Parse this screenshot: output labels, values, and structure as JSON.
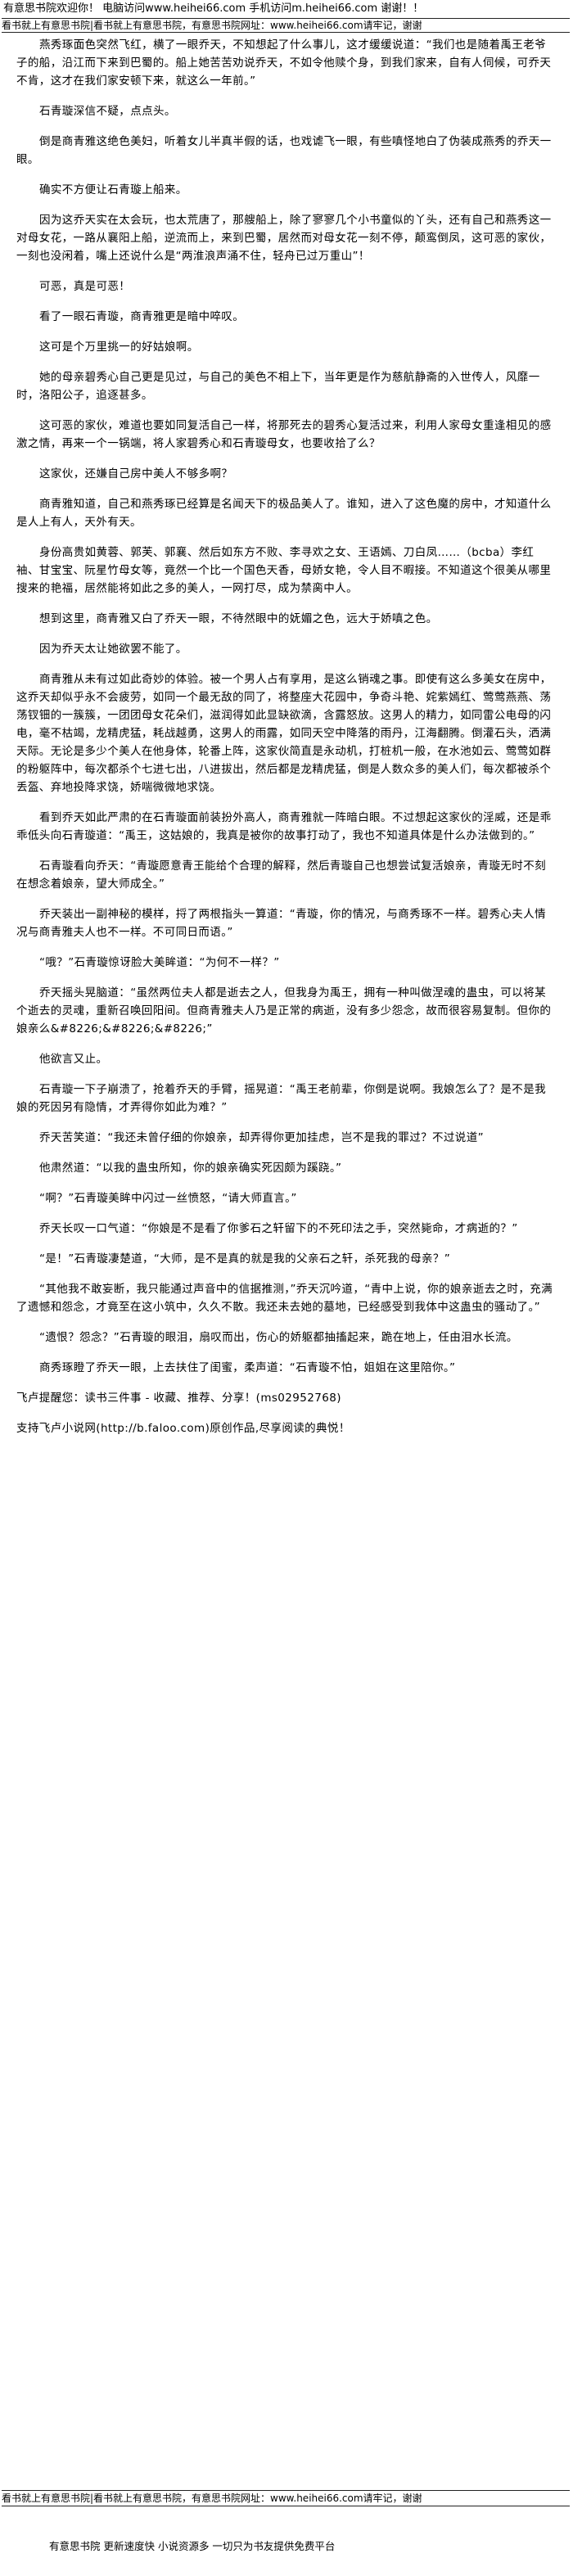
{
  "banner": {
    "line1": "有意思书院欢迎你！ 电脑访问www.heihei66.com  手机访问m.heihei66.com 谢谢！！",
    "header_bar": "看书就上有意思书院|看书就上有意思书院，有意思书院网址：www.heihei66.com请牢记，谢谢"
  },
  "paragraphs": [
    {
      "text": "燕秀琢面色突然飞红，横了一眼乔天，不知想起了什么事儿，这才缓缓说道：“我们也是随着禹王老爷子的船，沿江而下来到巴蜀的。船上她苦苦劝说乔天，不如令他赎个身，到我们家来，自有人伺候，可乔天不肯，这才在我们家安顿下来，就这么一年前。”",
      "indent": true
    },
    {
      "text": "石青璇深信不疑，点点头。",
      "indent": true
    },
    {
      "text": "倒是商青雅这绝色美妇，听着女儿半真半假的话，也戏谑飞一眼，有些嗔怪地白了伪装成燕秀的乔天一眼。",
      "indent": true
    },
    {
      "text": "确实不方便让石青璇上船来。",
      "indent": true
    },
    {
      "text": "因为这乔天实在太会玩，也太荒唐了，那艘船上，除了寥寥几个小书童似的丫头，还有自己和燕秀这一对母女花，一路从襄阳上船，逆流而上，来到巴蜀，居然而对母女花一刻不停，颠鸾倒凤，这可恶的家伙，一刻也没闲着，嘴上还说什么是“两淮浪声涌不住，轻舟已过万重山”！",
      "indent": true
    },
    {
      "text": "可恶，真是可恶！",
      "indent": true
    },
    {
      "text": "看了一眼石青璇，商青雅更是暗中啐叹。",
      "indent": true
    },
    {
      "text": "这可是个万里挑一的好姑娘啊。",
      "indent": true
    },
    {
      "text": "她的母亲碧秀心自己更是见过，与自己的美色不相上下，当年更是作为慈航静斋的入世传人，风靡一时，洛阳公子，追逐甚多。",
      "indent": true
    },
    {
      "text": "这可恶的家伙，难道也要如同复活自己一样，将那死去的碧秀心复活过来，利用人家母女重逢相见的感激之情，再来一个一锅端，将人家碧秀心和石青璇母女，也要收拾了么？",
      "indent": true
    },
    {
      "text": "这家伙，还嫌自己房中美人不够多啊？",
      "indent": true
    },
    {
      "text": "商青雅知道，自己和燕秀琢已经算是名闻天下的极品美人了。谁知，进入了这色魔的房中，才知道什么是人上有人，天外有天。",
      "indent": true
    },
    {
      "text": "身份高贵如黄蓉、郭芙、郭襄、然后如东方不败、李寻欢之女、王语嫣、刀白凤……（bcba）李红袖、甘宝宝、阮星竹母女等，竟然一个比一个国色天香，母娇女艳，令人目不暇接。不知道这个很美从哪里搜来的艳福，居然能将如此之多的美人，一网打尽，成为禁脔中人。",
      "indent": true
    },
    {
      "text": "想到这里，商青雅又白了乔天一眼，不待然眼中的妩媚之色，远大于娇嗔之色。",
      "indent": true
    },
    {
      "text": "因为乔天太让她欲罢不能了。",
      "indent": true
    },
    {
      "text": "商青雅从未有过如此奇妙的体验。被一个男人占有享用，是这么销魂之事。即使有这么多美女在房中，这乔天却似乎永不会疲劳，如同一个最无敌的同了，将整座大花园中，争奇斗艳、姹紫嫣红、莺莺燕燕、荡荡钗钿的一簇簇，一团团母女花朵们，滋润得如此显缺欲滴，含露怒放。这男人的精力，如同雷公电母的闪电，毫不枯竭，龙精虎猛，耗战越勇，这男人的雨露，如同天空中降落的雨丹，江海翻腾。倒灌石头，洒满天际。无论是多少个美人在他身体，轮番上阵，这家伙简直是永动机，打桩机一般，在水池如云、莺莺如群的粉躯阵中，每次都杀个七进七出，八进拔出，然后都是龙精虎猛，倒是人数众多的美人们，每次都被杀个丢盔、弃地投降求饶，娇喘微微地求饶。",
      "indent": true
    },
    {
      "text": "看到乔天如此严肃的在石青璇面前装扮外高人，商青雅就一阵暗白眼。不过想起这家伙的淫威，还是乖乖低头向石青璇道：“禹王，这姑娘的，我真是被你的故事打动了，我也不知道具体是什么办法做到的。”",
      "indent": true
    },
    {
      "text": "石青璇看向乔天：“青璇愿意青王能给个合理的解释，然后青璇自己也想尝试复活娘亲，青璇无时不刻在想念着娘亲，望大师成全。”",
      "indent": true
    },
    {
      "text": "乔天装出一副神秘的模样，捋了两根指头一算道：“青璇，你的情况，与商秀琢不一样。碧秀心夫人情况与商青雅夫人也不一样。不可同日而语。”",
      "indent": true
    },
    {
      "text": "“哦？”石青璇惊讶脸大美眸道：“为何不一样？”",
      "indent": true
    },
    {
      "text": "乔天摇头晃脑道：“虽然两位夫人都是逝去之人，但我身为禹王，拥有一种叫做涅魂的蛊虫，可以将某个逝去的灵魂，重新召唤回阳间。但商青雅夫人乃是正常的病逝，没有多少怨念，故而很容易复制。但你的娘亲么&#8226;&#8226;&#8226;”",
      "indent": true
    },
    {
      "text": "他欲言又止。",
      "indent": true
    },
    {
      "text": "石青璇一下子崩溃了，抢着乔天的手臂，摇晃道：“禹王老前辈，你倒是说啊。我娘怎么了？是不是我娘的死因另有隐情，才弄得你如此为难？”",
      "indent": true
    },
    {
      "text": "乔天苦笑道：“我还未曾仔细的你娘亲，却弄得你更加挂虑，岂不是我的罪过？不过说道”",
      "indent": true
    },
    {
      "text": "他肃然道：“以我的蛊虫所知，你的娘亲确实死因颇为蹊跷。”",
      "indent": true
    },
    {
      "text": "“啊？”石青璇美眸中闪过一丝愤怒，“请大师直言。”",
      "indent": true
    },
    {
      "text": "乔天长叹一口气道：“你娘是不是看了你爹石之轩留下的不死印法之手，突然毙命，才病逝的？”",
      "indent": true
    },
    {
      "text": "“是！”石青璇凄楚道，“大师，是不是真的就是我的父亲石之轩，杀死我的母亲？”",
      "indent": true
    },
    {
      "text": "“其他我不敢妄断，我只能通过声音中的信据推测，”乔天沉吟道，“青中上说，你的娘亲逝去之时，充满了遗憾和怨念，才竟至在这小筑中，久久不散。我还未去她的墓地，已经感受到我体中这蛊虫的骚动了。”",
      "indent": true
    },
    {
      "text": "“遗恨？怨念？”石青璇的眼泪，扇叹而出，伤心的娇躯都抽搐起来，跪在地上，任由泪水长流。",
      "indent": true
    },
    {
      "text": "商秀琢瞪了乔天一眼，上去扶住了闺蜜，柔声道：“石青璇不怕，姐姐在这里陪你。”",
      "indent": true
    },
    {
      "text": "飞卢提醒您：读书三件事 - 收藏、推荐、分享！(ms02952768)",
      "indent": false,
      "promo": true
    },
    {
      "text": "支持飞卢小说网(http://b.faloo.com)原创作品,尽享阅读的典悦！",
      "indent": false
    }
  ],
  "footer": {
    "bar": "看书就上有意思书院|看书就上有意思书院，有意思书院网址：www.heihei66.com请牢记，谢谢",
    "note": "有意思书院 更新速度快 小说资源多 一切只为书友提供免费平台"
  }
}
